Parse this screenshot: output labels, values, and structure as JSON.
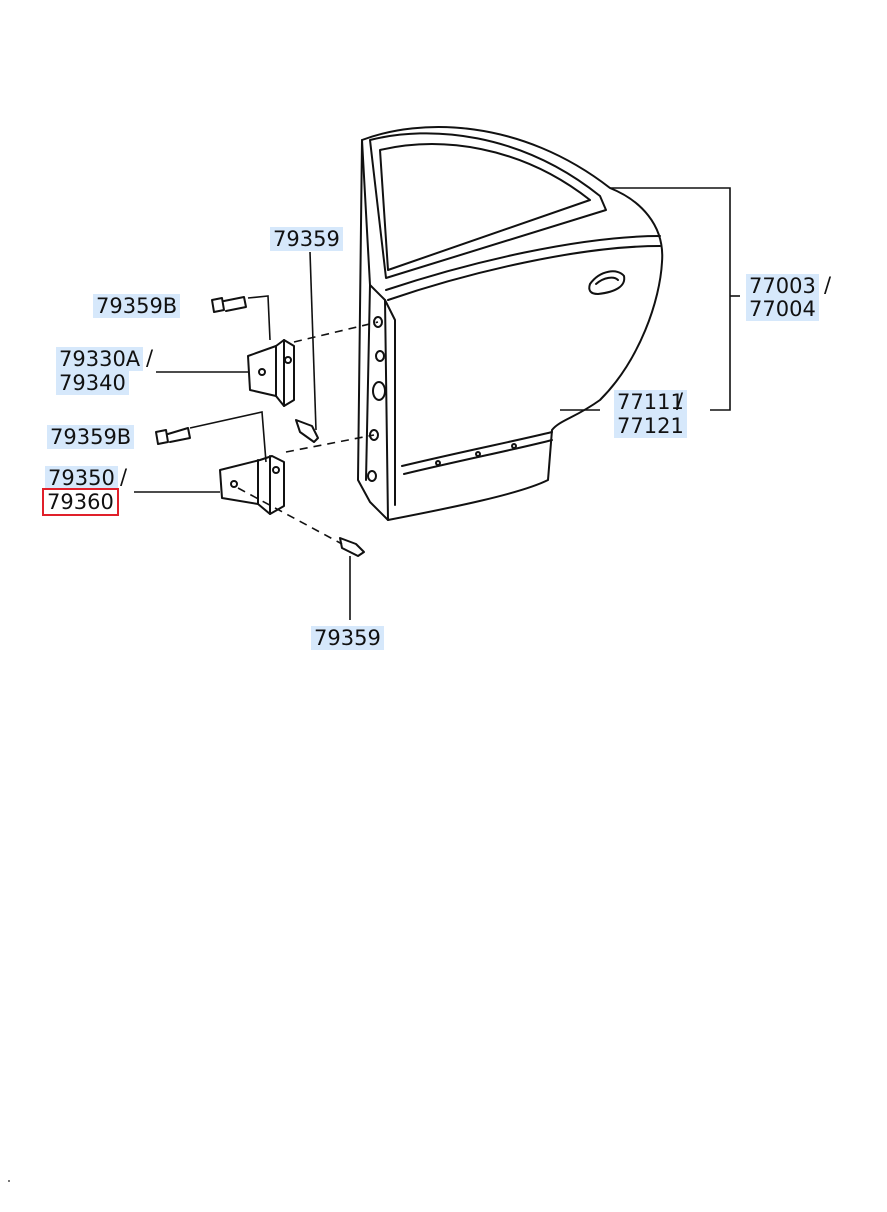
{
  "labels": {
    "p79359_top": "79359",
    "p79359b_top": "79359B",
    "p79330a": "79330A",
    "p79340": "79340",
    "p79359b_mid": "79359B",
    "p79350": "79350",
    "p79360": "79360",
    "p79359_bottom": "79359",
    "p77003": "77003",
    "p77004": "77004",
    "p77111": "77111",
    "p77121": "77121"
  },
  "colors": {
    "highlight": "#d6e8fb",
    "selected_outline": "#e0202a",
    "line": "#111111"
  },
  "selected_part": "79360"
}
